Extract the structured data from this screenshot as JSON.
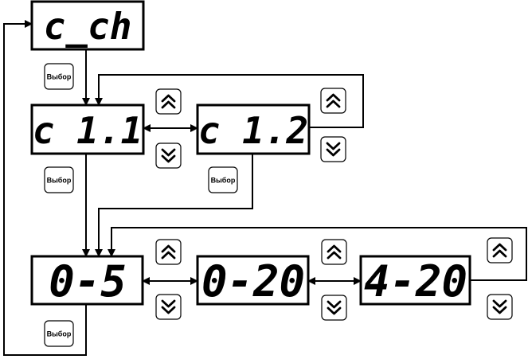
{
  "nodes": {
    "c_ch": "c_ch",
    "c11": "c 1.1",
    "c12": "c 1.2",
    "r05": "0-5",
    "r020": "0-20",
    "r420": "4-20"
  },
  "select_label": "Выбор",
  "icons": {
    "up": "double-chevron-up-icon",
    "down": "double-chevron-down-icon"
  }
}
